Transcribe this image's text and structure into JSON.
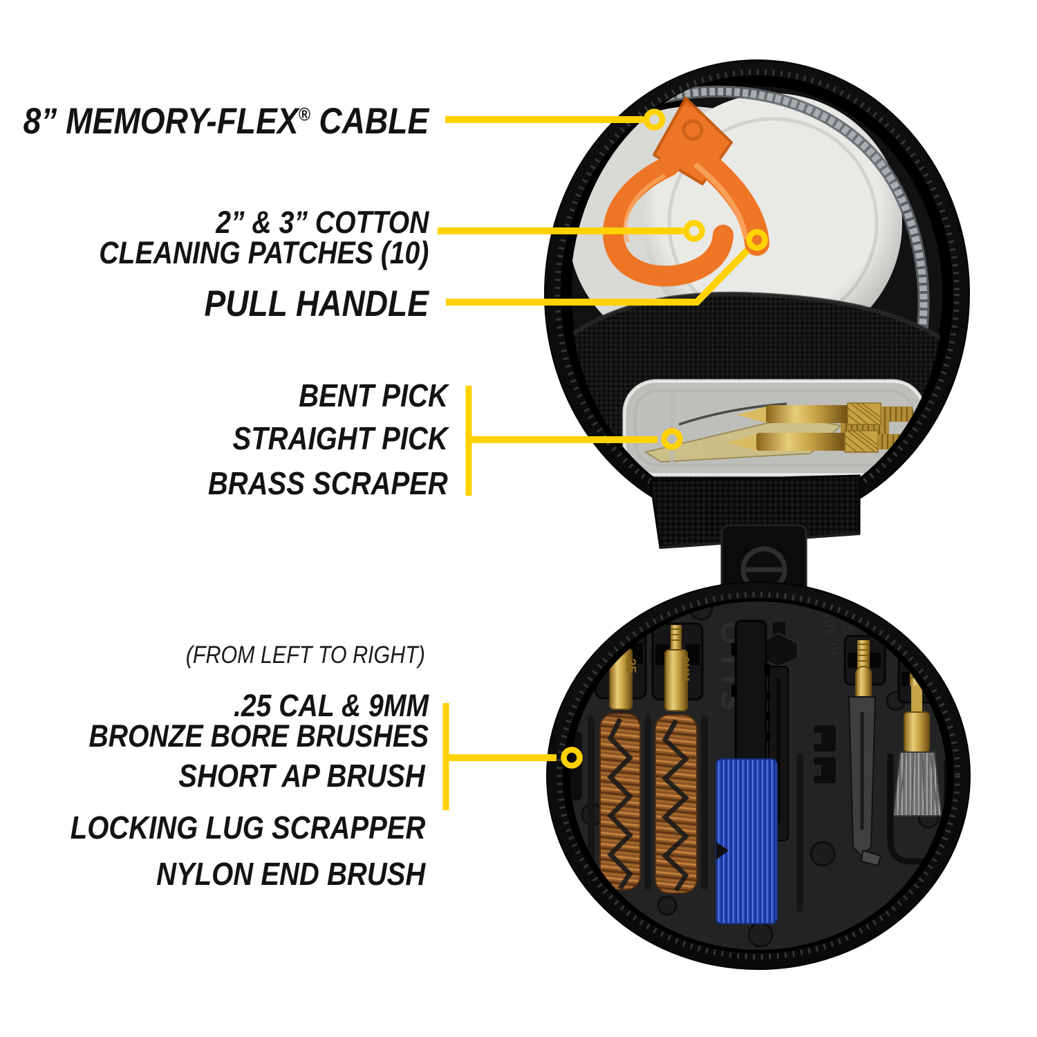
{
  "colors": {
    "background": "#ffffff",
    "accent_yellow": "#FFD200",
    "label_text": "#131313",
    "case_black": "#0d0d0d",
    "handle_orange": "#EF6F1A",
    "brush_blue": "#2A4FC0",
    "brass": "#C9A44A",
    "bronze_bristle": "#A96B2C",
    "cotton_white": "#E9E9E6"
  },
  "labels": {
    "cable": {
      "pre": "8” MEMORY-FLEX",
      "reg": "®",
      "post": " CABLE"
    },
    "patches_line1": "2” & 3” COTTON",
    "patches_line2": "CLEANING PATCHES (10)",
    "pull_handle": "PULL HANDLE",
    "bent_pick": "BENT PICK",
    "straight_pick": "STRAIGHT PICK",
    "brass_scraper": "BRASS SCRAPER",
    "direction_note": "(FROM LEFT TO RIGHT)",
    "bore_line1": ".25 CAL & 9MM",
    "bore_line2": "BRONZE BORE BRUSHES",
    "short_ap_brush": "SHORT AP BRUSH",
    "locking_lug_scrapper": "LOCKING LUG SCRAPPER",
    "nylon_end_brush": "NYLON END BRUSH"
  },
  "molded_text": {
    "brand": "OTIS",
    "made_in_line1": "MADE IN",
    "made_in_line2": "U.S.A.",
    "brush1_stamp": "25",
    "brush2_stamp": "9MM"
  }
}
